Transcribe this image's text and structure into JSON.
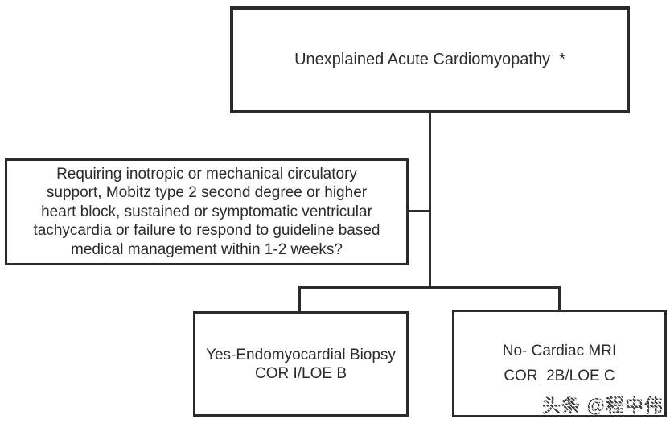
{
  "flowchart": {
    "top_box": {
      "text": "Unexplained Acute Cardiomyopathy  *"
    },
    "question_box": {
      "lines": [
        "Requiring inotropic or mechanical circulatory",
        "support, Mobitz type 2 second degree or higher",
        "heart block, sustained or symptomatic ventricular",
        "tachycardia or failure to respond to guideline based",
        "medical management within 1-2 weeks?"
      ]
    },
    "yes_box": {
      "line1": "Yes-Endomyocardial Biopsy",
      "line2": "COR I/LOE B"
    },
    "no_box": {
      "line1": "No- Cardiac MRI",
      "line2": "COR  2B/LOE C"
    }
  },
  "watermark": {
    "text": "头条 @程中伟"
  },
  "colors": {
    "line": "#2b2b2b",
    "text": "#2b2b2b",
    "background": "#ffffff",
    "watermark": "#3f3f3f"
  }
}
